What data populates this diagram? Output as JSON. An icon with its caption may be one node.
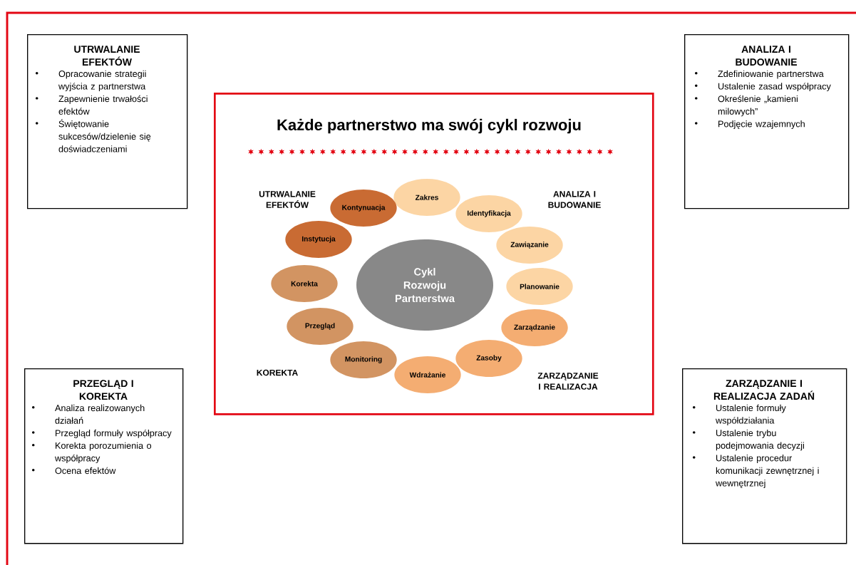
{
  "diagram": {
    "nodes": [
      {
        "text": [
          "UTRWALANIE EFEKTÓW",
          "Opracowanie strategii wyjścia z partnerstwa",
          "Zapewnienie trwałości efektów",
          "Świętowanie sukcesów/dzielenie się doświadczeniami"
        ]
      },
      {
        "text": [
          "ANALIZA I BUDOWANIE",
          "Zdefiniowanie partnerstwa",
          "Ustalenie zasad współpracy",
          "Określenie „kamieni milowych”",
          "Podjęcie wzajemnych"
        ]
      },
      {
        "text": [
          "PRZEGLĄD I KOREKTA",
          "Analiza realizowanych działań",
          "Przegląd formuły współpracy",
          "Korekta porozumienia o współpracy",
          "Ocena efektów"
        ]
      },
      {
        "text": [
          "ZARZĄDZANIE I REALIZACJA ZADAŃ",
          "Ustalenie formuły współdziałania",
          "Ustalenie trybu podejmowania decyzji",
          "Ustalenie procedur komunikacji zewnętrznej i wewnętrznej"
        ]
      },
      {
        "text": [
          "Każde partnerstwo ma swój cykl rozwoju"
        ]
      },
      {
        "text": [
          "Cykl Rozwoju Partnerstwa"
        ],
        "in": 4
      },
      {
        "text": [
          "Zakres"
        ],
        "in": 4
      },
      {
        "text": [
          "Identyfikacja"
        ],
        "in": 4
      },
      {
        "text": [
          "Zawiązanie"
        ],
        "in": 4
      },
      {
        "text": [
          "Planowanie"
        ],
        "in": 4
      },
      {
        "text": [
          "Zarządzanie"
        ],
        "in": 4
      },
      {
        "text": [
          "Zasoby"
        ],
        "in": 4
      },
      {
        "text": [
          "Wdrażanie"
        ],
        "in": 4
      },
      {
        "text": [
          "Monitoring"
        ],
        "in": 4
      },
      {
        "text": [
          "Przegląd"
        ],
        "in": 4
      },
      {
        "text": [
          "Korekta"
        ],
        "in": 4
      },
      {
        "text": [
          "Instytucja"
        ],
        "in": 4
      },
      {
        "text": [
          "Kontynuacja"
        ],
        "in": 4
      }
    ],
    "labels": [
      "UTRWALANIE EFEKTÓW",
      "ANALIZA I BUDOWANIE",
      "KOREKTA",
      "ZARZĄDZANIE I REALIZACJA"
    ]
  }
}
